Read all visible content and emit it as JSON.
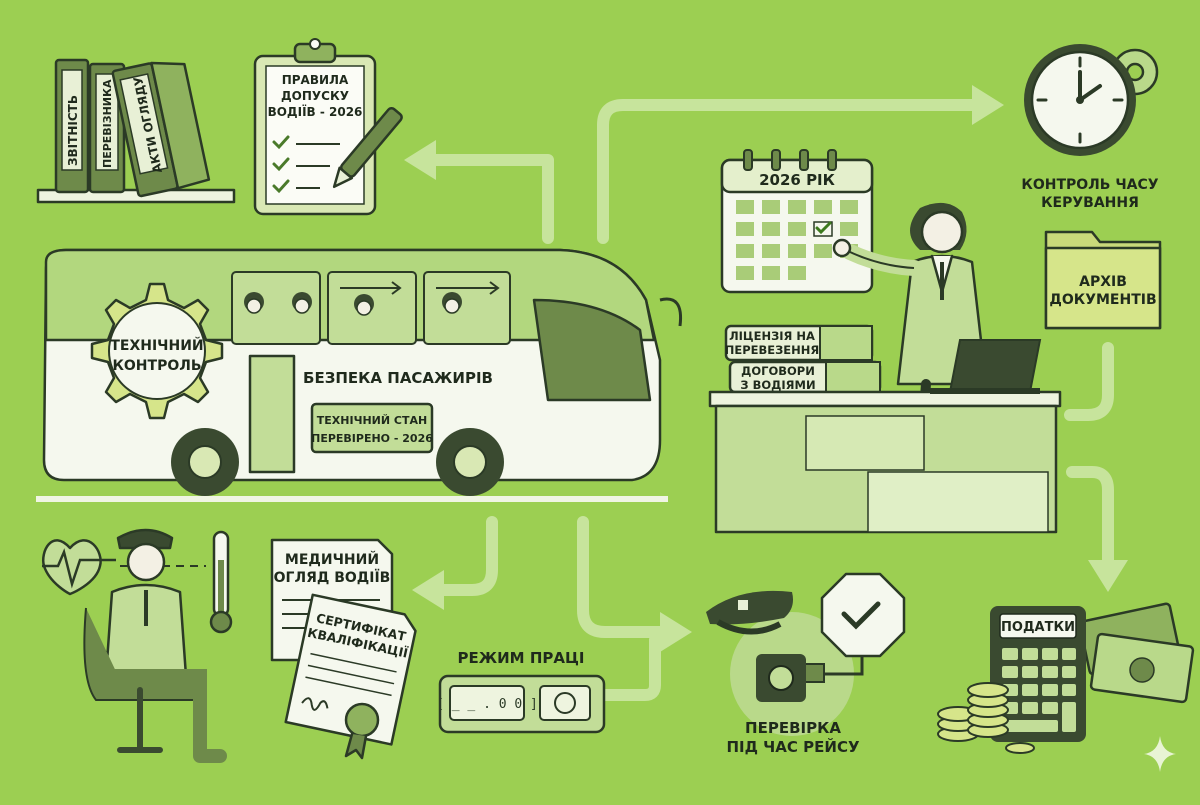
{
  "binders": {
    "items": [
      "ЗВІТНІСТЬ",
      "ПЕРЕВІЗНИКА",
      "АКТИ ОГЛЯДУ"
    ]
  },
  "clipboard": {
    "lines": [
      "ПРАВИЛА",
      "ДОПУСКУ",
      "ВОДІЇВ - 2026"
    ]
  },
  "clock": {
    "lines": [
      "КОНТРОЛЬ ЧАСУ",
      "КЕРУВАННЯ"
    ]
  },
  "calendar": {
    "year": "2026 РІК"
  },
  "archive": {
    "lines": [
      "АРХІВ",
      "ДОКУМЕНТІВ"
    ]
  },
  "bus": {
    "gear_lines": [
      "ТЕХНІЧНИЙ",
      "КОНТРОЛЬ"
    ],
    "side_label": "БЕЗПЕКА ПАСАЖИРІВ",
    "plate_lines": [
      "ТЕХНІЧНИЙ СТАН",
      "ПЕРЕВІРЕНО - 2026"
    ]
  },
  "books": [
    {
      "lines": [
        "ЛІЦЕНЗІЯ НА",
        "ПЕРЕВЕЗЕННЯ"
      ]
    },
    {
      "lines": [
        "ДОГОВОРИ",
        "З ВОДІЯМИ"
      ]
    }
  ],
  "documents": {
    "medical": [
      "МЕДИЧНИЙ",
      "ОГЛЯД ВОДІЇВ"
    ],
    "certificate": [
      "СЕРТИФІКАТ",
      "КВАЛІФІКАЦІЇ"
    ]
  },
  "tachograph": {
    "title": "РЕЖИМ ПРАЦІ",
    "display": "[ _ _ . 0 0 ]"
  },
  "inspection": {
    "lines": [
      "ПЕРЕВІРКА",
      "ПІД ЧАС РЕЙСУ"
    ]
  },
  "taxes": {
    "label": "ПОДАТКИ"
  }
}
